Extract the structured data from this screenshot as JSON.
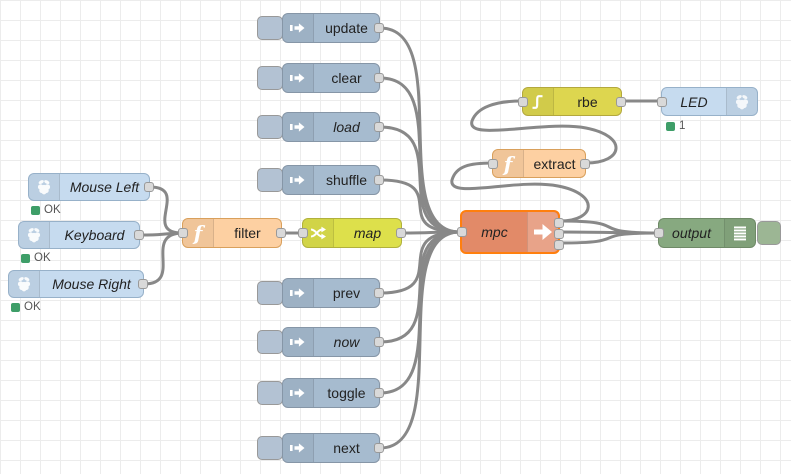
{
  "editor": {
    "description": "Node-RED style flow editor workspace with grid background"
  },
  "palette": {
    "inject_fill": "#a6bbcf",
    "rpi_fill": "#c6dbef",
    "function_fill": "#fdd0a2",
    "switch_fill": "#dde04b",
    "rbe_fill": "#ddd64f",
    "mpc_fill": "#e28a68",
    "mpc_selected_border": "#ff7f0e",
    "debug_fill": "#87a980",
    "status_green": "#3e9e68",
    "wire_color": "#888888"
  },
  "nodes": {
    "update": {
      "label": "update",
      "type": "inject"
    },
    "clear": {
      "label": "clear",
      "type": "inject"
    },
    "load": {
      "label": "load",
      "type": "inject"
    },
    "shuffle": {
      "label": "shuffle",
      "type": "inject"
    },
    "prev": {
      "label": "prev",
      "type": "inject"
    },
    "now": {
      "label": "now",
      "type": "inject"
    },
    "toggle": {
      "label": "toggle",
      "type": "inject"
    },
    "next": {
      "label": "next",
      "type": "inject"
    },
    "mouse_left": {
      "label": "Mouse Left",
      "type": "rpi-input",
      "status": "OK"
    },
    "keyboard": {
      "label": "Keyboard",
      "type": "rpi-input",
      "status": "OK"
    },
    "mouse_right": {
      "label": "Mouse Right",
      "type": "rpi-input",
      "status": "OK"
    },
    "filter": {
      "label": "filter",
      "type": "function"
    },
    "map": {
      "label": "map",
      "type": "switch"
    },
    "mpc": {
      "label": "mpc",
      "type": "mpc",
      "selected": true,
      "outputs": 3
    },
    "extract": {
      "label": "extract",
      "type": "function"
    },
    "rbe": {
      "label": "rbe",
      "type": "rbe"
    },
    "led": {
      "label": "LED",
      "type": "rpi-output",
      "status": "1"
    },
    "output": {
      "label": "output",
      "type": "debug"
    }
  },
  "connections": [
    {
      "from": "mouse_left",
      "to": "filter"
    },
    {
      "from": "keyboard",
      "to": "filter"
    },
    {
      "from": "mouse_right",
      "to": "filter"
    },
    {
      "from": "filter",
      "to": "map"
    },
    {
      "from": "map",
      "to": "mpc"
    },
    {
      "from": "update",
      "to": "mpc"
    },
    {
      "from": "clear",
      "to": "mpc"
    },
    {
      "from": "load",
      "to": "mpc"
    },
    {
      "from": "shuffle",
      "to": "mpc"
    },
    {
      "from": "prev",
      "to": "mpc"
    },
    {
      "from": "now",
      "to": "mpc"
    },
    {
      "from": "toggle",
      "to": "mpc"
    },
    {
      "from": "next",
      "to": "mpc"
    },
    {
      "from": "mpc",
      "port": 1,
      "to": "extract"
    },
    {
      "from": "mpc",
      "port": 1,
      "to": "output"
    },
    {
      "from": "mpc",
      "port": 2,
      "to": "output"
    },
    {
      "from": "mpc",
      "port": 3,
      "to": "output"
    },
    {
      "from": "extract",
      "to": "rbe"
    },
    {
      "from": "rbe",
      "to": "led"
    }
  ]
}
